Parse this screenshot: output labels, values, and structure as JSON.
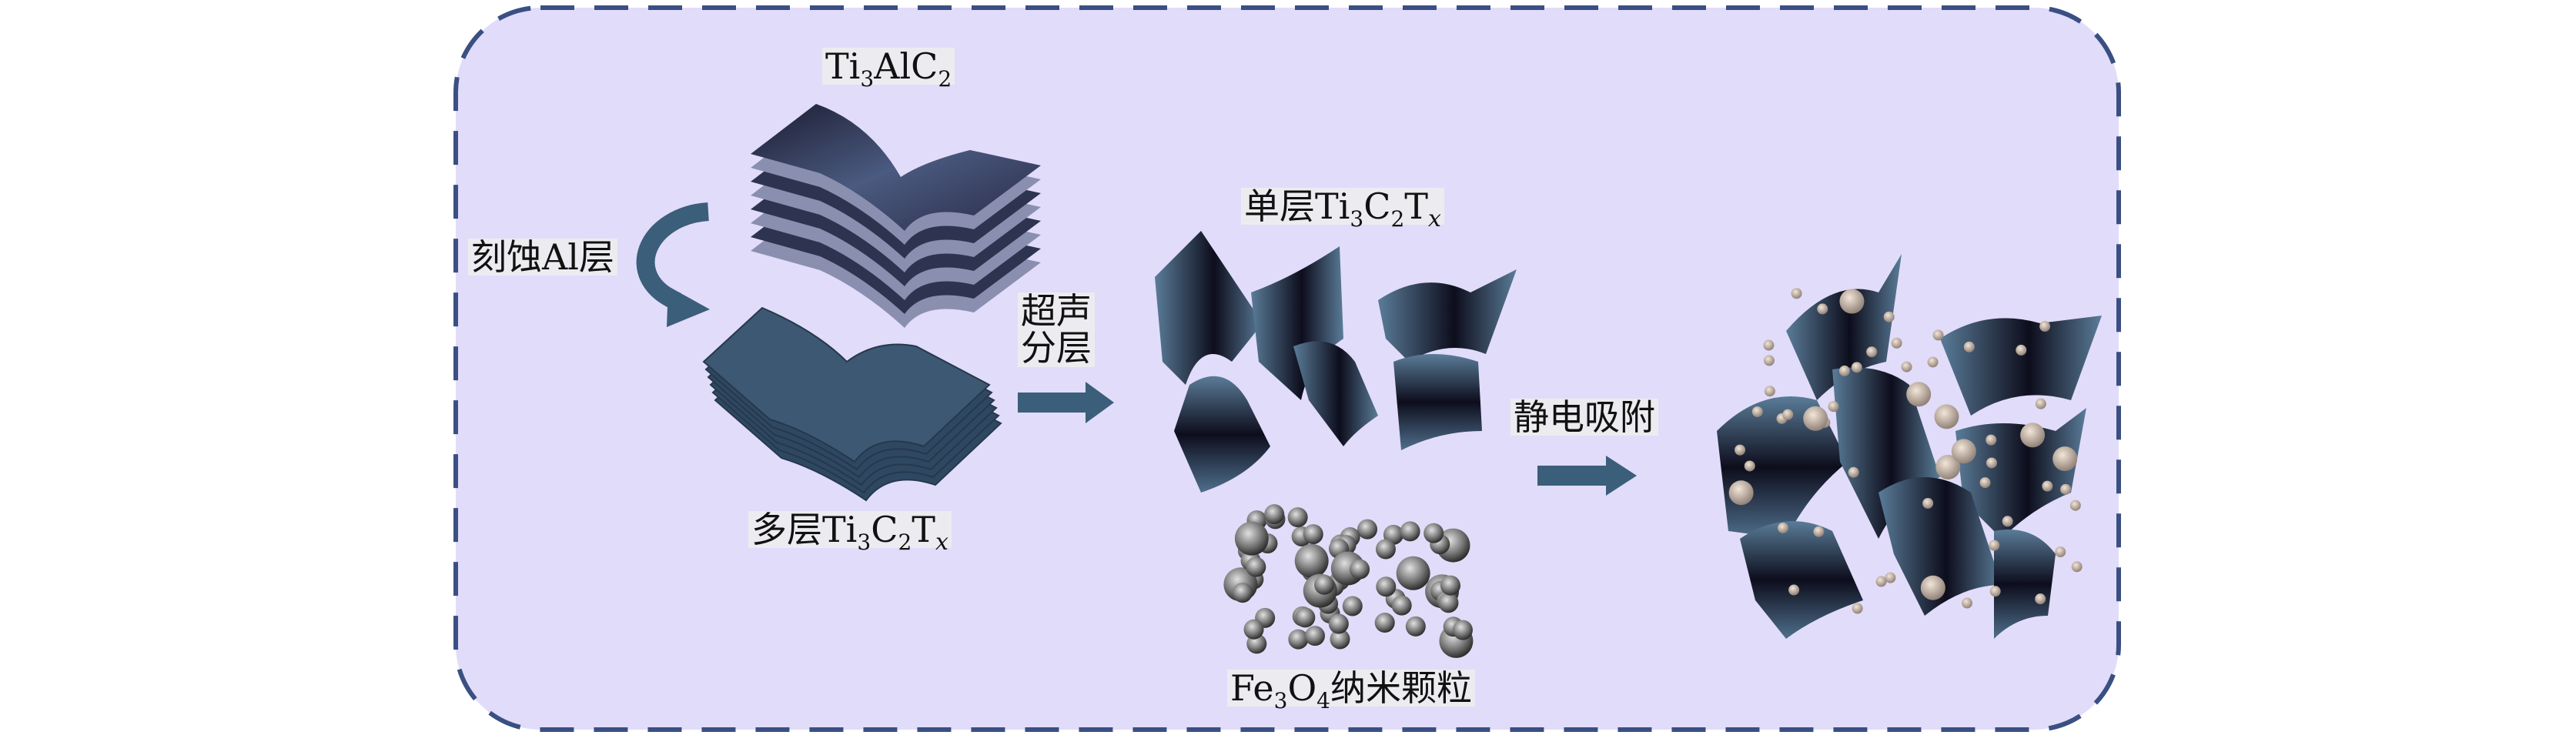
{
  "colors": {
    "panel_bg": "#e1dcf9",
    "panel_border": "#3a4f82",
    "arrow": "#3b5e7a",
    "sheet_light": "#5a7c98",
    "sheet_dark": "#0d0d1c"
  },
  "labels": {
    "ti3alc2": {
      "a": "Ti",
      "s1": "3",
      "b": "AlC",
      "s2": "2"
    },
    "etch": "刻蚀Al层",
    "multilayer": {
      "a": "多层Ti",
      "s1": "3",
      "b": "C",
      "s2": "2",
      "c": "T",
      "s3": "x"
    },
    "ultrasonic_line1": "超声",
    "ultrasonic_line2": "分层",
    "monolayer": {
      "a": "单层Ti",
      "s1": "3",
      "b": "C",
      "s2": "2",
      "c": "T",
      "s3": "x"
    },
    "electrostatic": "静电吸附",
    "nanoparticles": {
      "a": "Fe",
      "s1": "3",
      "b": "O",
      "s2": "4",
      "c": "纳米颗粒"
    }
  }
}
